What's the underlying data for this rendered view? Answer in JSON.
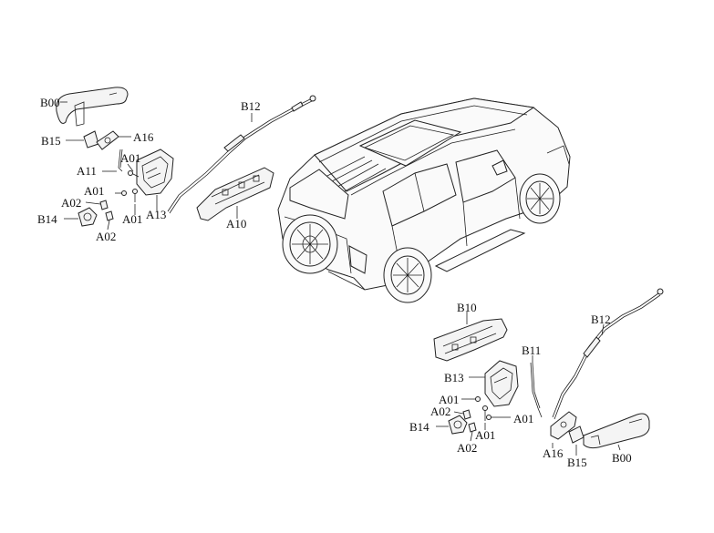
{
  "labels": {
    "left_b00": "B00",
    "left_b15": "B15",
    "left_a16": "A16",
    "left_a11": "A11",
    "left_a01_top": "A01",
    "left_a01_mid": "A01",
    "left_a02": "A02",
    "left_b14": "B14",
    "left_a02_bottom": "A02",
    "left_a01_bottom": "A01",
    "left_a13": "A13",
    "left_b12": "B12",
    "left_a10": "A10",
    "right_b10": "B10",
    "right_b12": "B12",
    "right_b11": "B11",
    "right_b13": "B13",
    "right_a01_left": "A01",
    "right_a02": "A02",
    "right_b14": "B14",
    "right_a01_right": "A01",
    "right_a01_bottom": "A01",
    "right_a02_bottom": "A02",
    "right_a16": "A16",
    "right_b15": "B15",
    "right_b00": "B00"
  }
}
